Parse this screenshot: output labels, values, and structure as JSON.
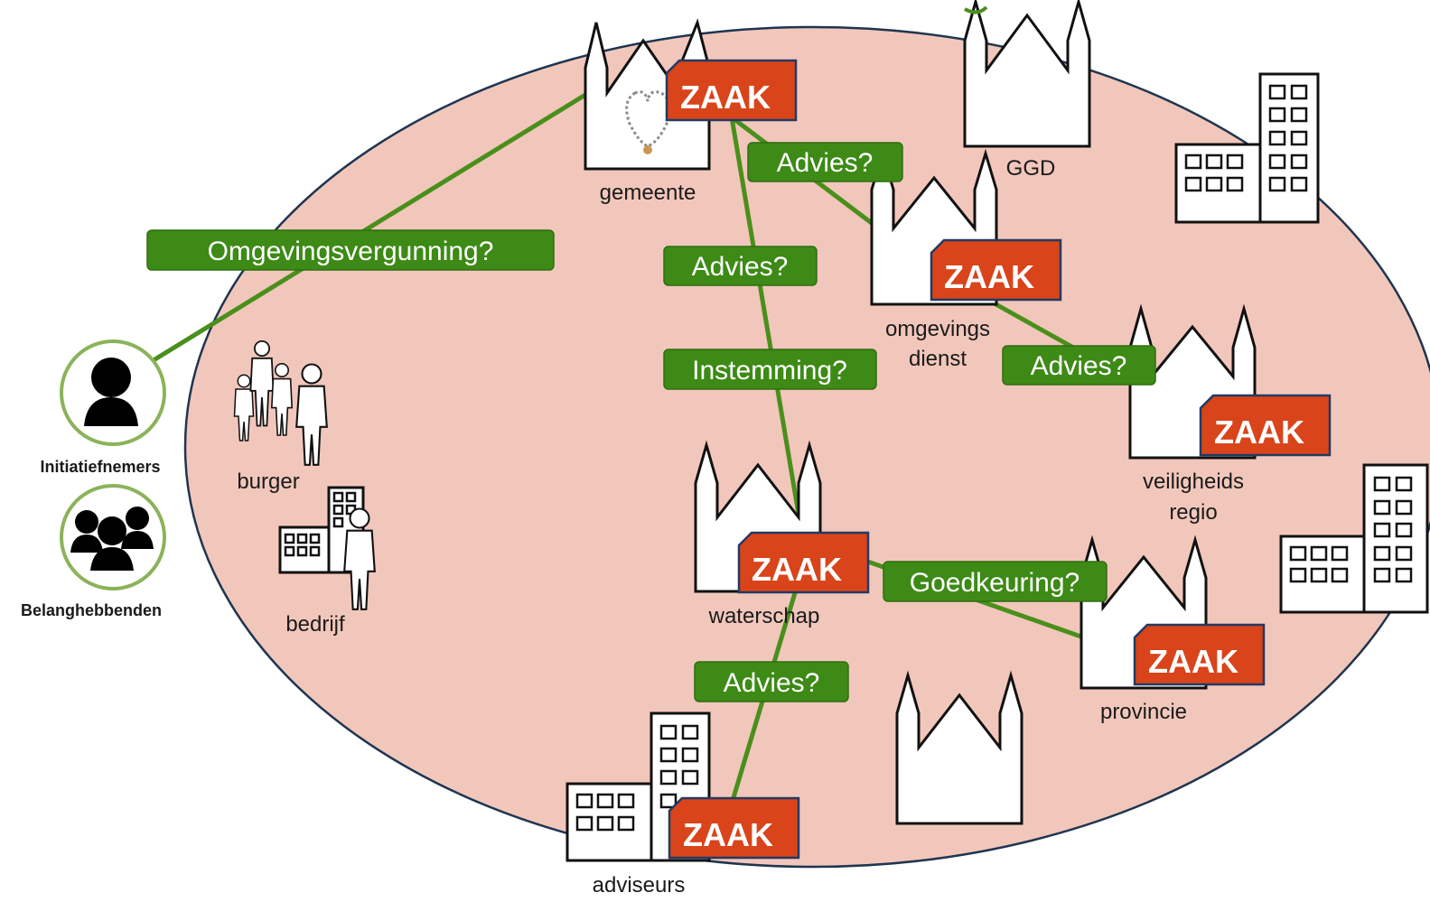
{
  "stakeholders": {
    "initiatiefnemers": "Initiatiefnemers",
    "belanghebbenden": "Belanghebbenden",
    "burger": "burger",
    "bedrijf": "bedrijf"
  },
  "organizations": {
    "gemeente": "gemeente",
    "ggd": "GGD",
    "omgevingsdienst_line1": "omgevings",
    "omgevingsdienst_line2": "dienst",
    "veiligheidsregio_line1": "veiligheids",
    "veiligheidsregio_line2": "regio",
    "waterschap": "waterschap",
    "provincie": "provincie",
    "adviseurs": "adviseurs"
  },
  "zaak_label": "ZAAK",
  "requests": {
    "omgevingsvergunning": "Omgevingsvergunning?",
    "advies_gemeente_od": "Advies?",
    "advies_gemeente_ws": "Advies?",
    "instemming": "Instemming?",
    "advies_od_vr": "Advies?",
    "goedkeuring": "Goedkeuring?",
    "advies_ws_adviseurs": "Advies?"
  },
  "colors": {
    "ellipse_fill": "#f2c7bb",
    "ellipse_stroke": "#1f3550",
    "connector_green": "#4a8f1c",
    "pill_green": "#3d8a16",
    "zaak_orange": "#d9441a",
    "zaak_border": "#233a63",
    "circle_ring": "#8bb35a"
  }
}
